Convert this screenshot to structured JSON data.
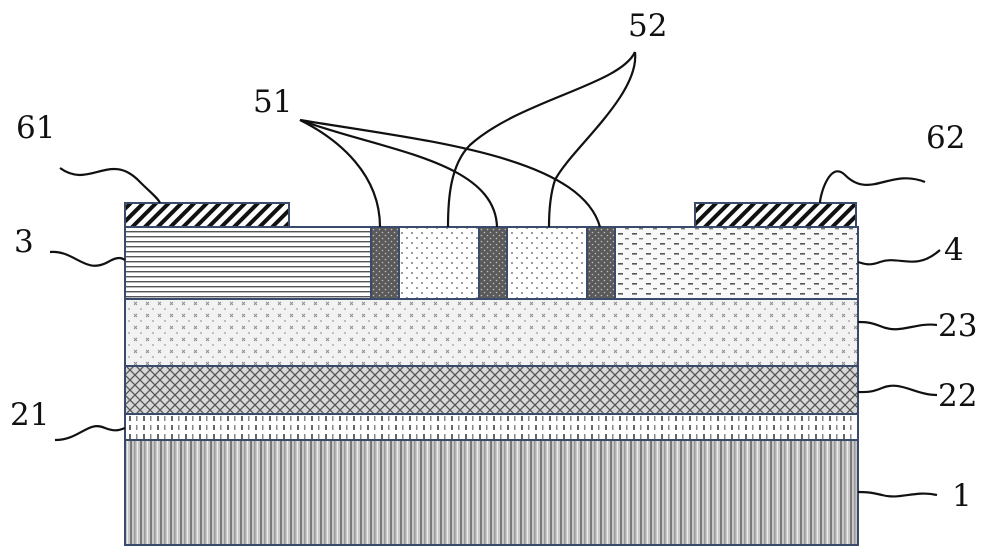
{
  "labels": {
    "electrode_left": "61",
    "electrode_right": "62",
    "region_left": "3",
    "region_right": "4",
    "barrier": "51",
    "well": "52",
    "layer_top": "23",
    "layer_mid": "22",
    "layer_thin": "21",
    "substrate": "1"
  }
}
